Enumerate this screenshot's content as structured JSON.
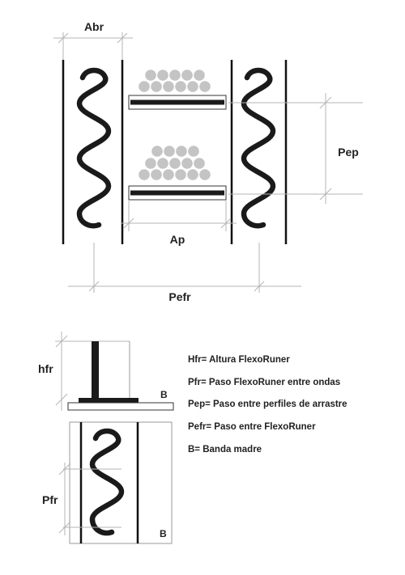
{
  "labels": {
    "abr": "Abr",
    "pep": "Pep",
    "ap": "Ap",
    "pefr": "Pefr",
    "hfr": "hfr",
    "pfr": "Pfr",
    "b_top": "B",
    "b_bottom": "B"
  },
  "legend": [
    {
      "text": "Hfr= Altura FlexoRuner"
    },
    {
      "text": "Pfr= Paso FlexoRuner entre ondas"
    },
    {
      "text": "Pep= Paso entre perfiles de arrastre"
    },
    {
      "text": "Pefr= Paso entre FlexoRuner"
    },
    {
      "text": "B= Banda madre"
    }
  ],
  "colors": {
    "ink": "#1a1a1a",
    "dimension": "#b4b4b4",
    "roll": "#c4c4c4"
  }
}
